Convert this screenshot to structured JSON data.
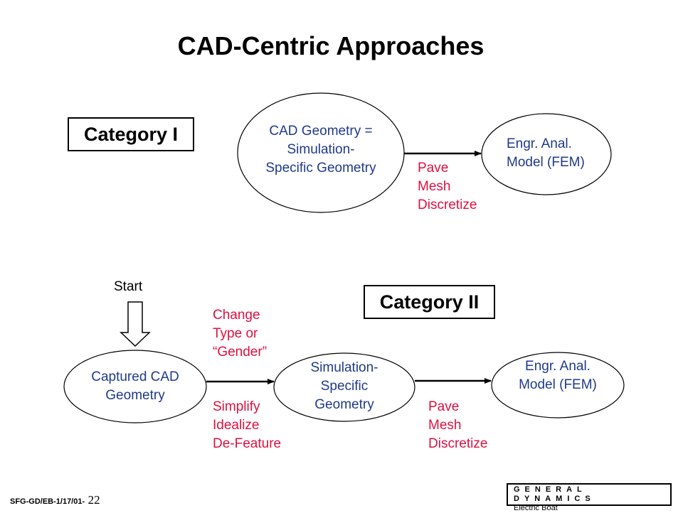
{
  "title": "CAD-Centric Approaches",
  "category1": {
    "label": "Category I",
    "source_node": "CAD Geometry =\nSimulation-\nSpecific Geometry",
    "target_node": "Engr. Anal.\nModel (FEM)",
    "edge_label": "Pave\nMesh\nDiscretize"
  },
  "category2": {
    "label": "Category II",
    "start_label": "Start",
    "node1": "Captured CAD\nGeometry",
    "node2": "Simulation-\nSpecific\nGeometry",
    "node3": "Engr. Anal.\nModel (FEM)",
    "edge1_top_label": "Change\nType or\n“Gender”",
    "edge1_bottom_label": "Simplify\nIdealize\nDe-Feature",
    "edge2_label": "Pave\nMesh\nDiscretize"
  },
  "footer": {
    "slide_id": "SFG-GD/EB-1/17/01-",
    "page_number": "22",
    "company_name": "GENERAL DYNAMICS",
    "division": "Electric Boat"
  },
  "colors": {
    "node_text": "#1f3a8a",
    "edge_label_text": "#e0103f"
  }
}
